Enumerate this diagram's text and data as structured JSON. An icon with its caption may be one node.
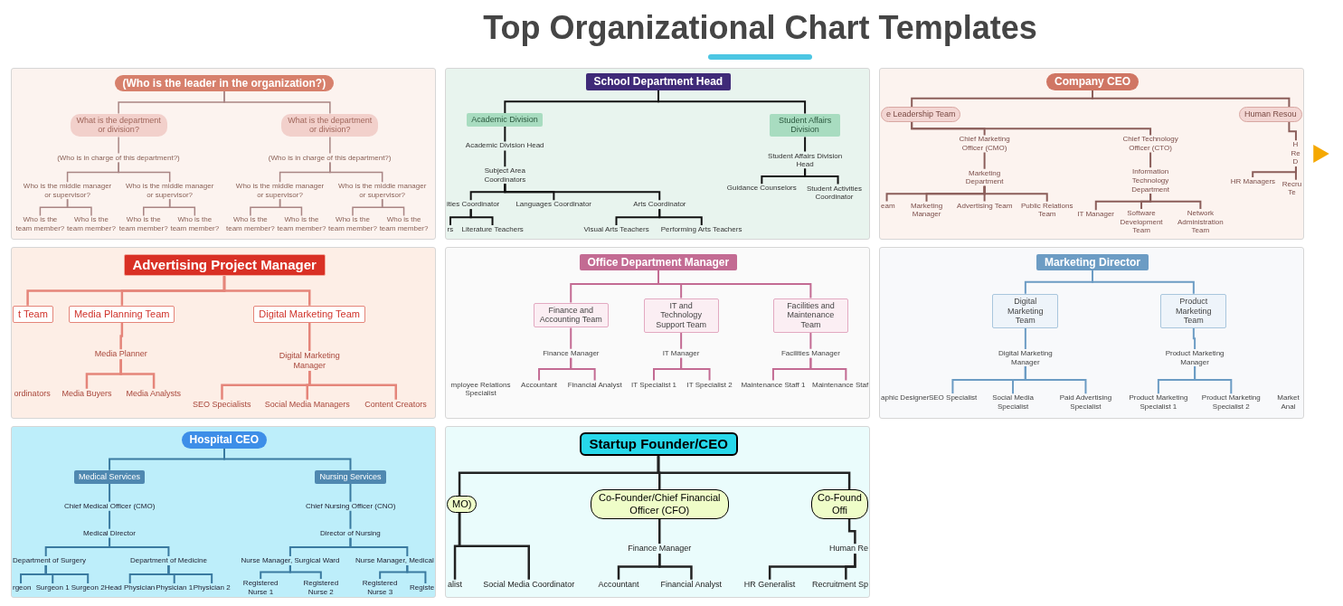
{
  "diagram": {
    "title": "Top Organizational Chart Templates",
    "nodes": [
      {
        "text": [],
        "shape": "box"
      },
      {
        "text": [
          "(Who is the leader in the organization?)"
        ],
        "in": 0
      },
      {
        "text": [
          "What is the department or division?"
        ],
        "in": 0
      },
      {
        "text": [
          "What is the department or division?"
        ],
        "in": 0
      },
      {
        "text": [
          "(Who is in charge of this department?)"
        ],
        "in": 0
      },
      {
        "text": [
          "(Who is in charge of this department?)"
        ],
        "in": 0
      },
      {
        "text": [
          "Who is the middle manager or supervisor?"
        ],
        "in": 0
      },
      {
        "text": [
          "Who is the middle manager or supervisor?"
        ],
        "in": 0
      },
      {
        "text": [
          "Who is the middle manager or supervisor?"
        ],
        "in": 0
      },
      {
        "text": [
          "Who is the middle manager or supervisor?"
        ],
        "in": 0
      },
      {
        "text": [
          "Who is the team member?"
        ],
        "in": 0
      },
      {
        "text": [
          "Who is the team member?"
        ],
        "in": 0
      },
      {
        "text": [
          "Who is the team member?"
        ],
        "in": 0
      },
      {
        "text": [
          "Who is the team member?"
        ],
        "in": 0
      },
      {
        "text": [
          "Who is the team member?"
        ],
        "in": 0
      },
      {
        "text": [
          "Who is the team member?"
        ],
        "in": 0
      },
      {
        "text": [
          "Who is the team member?"
        ],
        "in": 0
      },
      {
        "text": [
          "Who is the team member?"
        ],
        "in": 0
      },
      {
        "text": [],
        "shape": "box"
      },
      {
        "text": [
          "School Department Head"
        ],
        "in": 18
      },
      {
        "text": [
          "Academic Division"
        ],
        "in": 18
      },
      {
        "text": [
          "Student Affairs Division"
        ],
        "in": 18
      },
      {
        "text": [
          "Academic Division Head"
        ],
        "in": 18
      },
      {
        "text": [
          "Student Affairs Division Head"
        ],
        "in": 18
      },
      {
        "text": [
          "Subject Area Coordinators"
        ],
        "in": 18
      },
      {
        "text": [
          "Guidance Counselors"
        ],
        "in": 18
      },
      {
        "text": [
          "Student Activities Coordinator"
        ],
        "in": 18
      },
      {
        "text": [
          "ities Coordinator"
        ],
        "in": 18
      },
      {
        "text": [
          "Languages Coordinator"
        ],
        "in": 18
      },
      {
        "text": [
          "Arts Coordinator"
        ],
        "in": 18
      },
      {
        "text": [
          "rs"
        ],
        "in": 18
      },
      {
        "text": [
          "Literature Teachers"
        ],
        "in": 18
      },
      {
        "text": [
          "Visual Arts Teachers"
        ],
        "in": 18
      },
      {
        "text": [
          "Performing Arts Teachers"
        ],
        "in": 18
      },
      {
        "text": [],
        "shape": "box"
      },
      {
        "text": [
          "Company CEO"
        ],
        "in": 34
      },
      {
        "text": [
          "e Leadership Team"
        ],
        "in": 34
      },
      {
        "text": [
          "Human Resou"
        ],
        "in": 34
      },
      {
        "text": [
          "Chief Marketing Officer (CMO)"
        ],
        "in": 34
      },
      {
        "text": [
          "Chief Technology Officer (CTO)"
        ],
        "in": 34
      },
      {
        "text": [
          "H Re D"
        ],
        "in": 34
      },
      {
        "text": [
          "Marketing Department"
        ],
        "in": 34
      },
      {
        "text": [
          "Information Technology Department"
        ],
        "in": 34
      },
      {
        "text": [
          "HR Managers"
        ],
        "in": 34
      },
      {
        "text": [
          "Recru Te"
        ],
        "in": 34
      },
      {
        "text": [
          "eam"
        ],
        "in": 34
      },
      {
        "text": [
          "Marketing Manager"
        ],
        "in": 34
      },
      {
        "text": [
          "Advertising Team"
        ],
        "in": 34
      },
      {
        "text": [
          "Public Relations Team"
        ],
        "in": 34
      },
      {
        "text": [
          "IT Manager"
        ],
        "in": 34
      },
      {
        "text": [
          "Software Development Team"
        ],
        "in": 34
      },
      {
        "text": [
          "Network Administration Team"
        ],
        "in": 34
      },
      {
        "text": [],
        "shape": "box"
      },
      {
        "text": [
          "Advertising Project Manager"
        ],
        "in": 52
      },
      {
        "text": [
          "t Team"
        ],
        "in": 52
      },
      {
        "text": [
          "Media Planning Team"
        ],
        "in": 52
      },
      {
        "text": [
          "Digital Marketing Team"
        ],
        "in": 52
      },
      {
        "text": [
          "Media Planner"
        ],
        "in": 52
      },
      {
        "text": [
          "Digital Marketing Manager"
        ],
        "in": 52
      },
      {
        "text": [
          "ordinators"
        ],
        "in": 52
      },
      {
        "text": [
          "Media Buyers"
        ],
        "in": 52
      },
      {
        "text": [
          "Media Analysts"
        ],
        "in": 52
      },
      {
        "text": [
          "SEO Specialists"
        ],
        "in": 52
      },
      {
        "text": [
          "Social Media Managers"
        ],
        "in": 52
      },
      {
        "text": [
          "Content Creators"
        ],
        "in": 52
      },
      {
        "text": [],
        "shape": "box"
      },
      {
        "text": [
          "Office Department Manager"
        ],
        "in": 65
      },
      {
        "text": [
          "Finance and Accounting Team"
        ],
        "in": 65
      },
      {
        "text": [
          "IT and Technology Support Team"
        ],
        "in": 65
      },
      {
        "text": [
          "Facilities and Maintenance Team"
        ],
        "in": 65
      },
      {
        "text": [
          "Finance Manager"
        ],
        "in": 65
      },
      {
        "text": [
          "IT Manager"
        ],
        "in": 65
      },
      {
        "text": [
          "Facilities Manager"
        ],
        "in": 65
      },
      {
        "text": [
          "mployee Relations Specialist"
        ],
        "in": 65
      },
      {
        "text": [
          "Accountant"
        ],
        "in": 65
      },
      {
        "text": [
          "Financial Analyst"
        ],
        "in": 65
      },
      {
        "text": [
          "IT Specialist 1"
        ],
        "in": 65
      },
      {
        "text": [
          "IT Specialist 2"
        ],
        "in": 65
      },
      {
        "text": [
          "Maintenance Staff 1"
        ],
        "in": 65
      },
      {
        "text": [
          "Maintenance Staf"
        ],
        "in": 65
      },
      {
        "text": [],
        "shape": "box"
      },
      {
        "text": [
          "Marketing Director"
        ],
        "in": 80
      },
      {
        "text": [
          "Digital Marketing Team"
        ],
        "in": 80
      },
      {
        "text": [
          "Product Marketing Team"
        ],
        "in": 80
      },
      {
        "text": [
          "Digital Marketing Manager"
        ],
        "in": 80
      },
      {
        "text": [
          "Product Marketing Manager"
        ],
        "in": 80
      },
      {
        "text": [
          "aphic Designer"
        ],
        "in": 80
      },
      {
        "text": [
          "SEO Specialist"
        ],
        "in": 80
      },
      {
        "text": [
          "Social Media Specialist"
        ],
        "in": 80
      },
      {
        "text": [
          "Paid Advertising Specialist"
        ],
        "in": 80
      },
      {
        "text": [
          "Product Marketing Specialist 1"
        ],
        "in": 80
      },
      {
        "text": [
          "Product Marketing Specialist 2"
        ],
        "in": 80
      },
      {
        "text": [
          "Market Anal"
        ],
        "in": 80
      },
      {
        "text": [],
        "shape": "box"
      },
      {
        "text": [
          "Hospital CEO"
        ],
        "in": 93
      },
      {
        "text": [
          "Medical Services"
        ],
        "in": 93
      },
      {
        "text": [
          "Nursing Services"
        ],
        "in": 93
      },
      {
        "text": [
          "Chief Medical Officer (CMO)"
        ],
        "in": 93
      },
      {
        "text": [
          "Chief Nursing Officer (CNO)"
        ],
        "in": 93
      },
      {
        "text": [
          "Medical Director"
        ],
        "in": 93
      },
      {
        "text": [
          "Director of Nursing"
        ],
        "in": 93
      },
      {
        "text": [
          "Department of Surgery"
        ],
        "in": 93
      },
      {
        "text": [
          "Department of Medicine"
        ],
        "in": 93
      },
      {
        "text": [
          "Nurse Manager, Surgical Ward"
        ],
        "in": 93
      },
      {
        "text": [
          "Nurse Manager, Medical"
        ],
        "in": 93
      },
      {
        "text": [
          "rgeon"
        ],
        "in": 93
      },
      {
        "text": [
          "Surgeon 1"
        ],
        "in": 93
      },
      {
        "text": [
          "Surgeon 2"
        ],
        "in": 93
      },
      {
        "text": [
          "Head Physician"
        ],
        "in": 93
      },
      {
        "text": [
          "Physician 1"
        ],
        "in": 93
      },
      {
        "text": [
          "Physician 2"
        ],
        "in": 93
      },
      {
        "text": [
          "Registered Nurse 1"
        ],
        "in": 93
      },
      {
        "text": [
          "Registered Nurse 2"
        ],
        "in": 93
      },
      {
        "text": [
          "Registered Nurse 3"
        ],
        "in": 93
      },
      {
        "text": [
          "Registe"
        ],
        "in": 93
      },
      {
        "text": [],
        "shape": "box"
      },
      {
        "text": [
          "Startup Founder/CEO"
        ],
        "in": 115
      },
      {
        "text": [
          "MO)"
        ],
        "in": 115
      },
      {
        "text": [
          "Co-Founder/Chief Financial Officer (CFO)"
        ],
        "in": 115
      },
      {
        "text": [
          "Co-Found Offi"
        ],
        "in": 115
      },
      {
        "text": [
          "Finance Manager"
        ],
        "in": 115
      },
      {
        "text": [
          "Human Re"
        ],
        "in": 115
      },
      {
        "text": [
          "alist"
        ],
        "in": 115
      },
      {
        "text": [
          "Social Media Coordinator"
        ],
        "in": 115
      },
      {
        "text": [
          "Accountant"
        ],
        "in": 115
      },
      {
        "text": [
          "Financial Analyst"
        ],
        "in": 115
      },
      {
        "text": [
          "HR Generalist"
        ],
        "in": 115
      },
      {
        "text": [
          "Recruitment Sp"
        ],
        "in": 115
      }
    ],
    "edges": [
      {
        "from": 1,
        "to": 2,
        "arrow": "none",
        "color": "#a98584"
      },
      {
        "from": 1,
        "to": 3,
        "arrow": "none",
        "color": "#a98584"
      },
      {
        "from": 2,
        "to": 4,
        "arrow": "none",
        "color": "#a98584"
      },
      {
        "from": 3,
        "to": 5,
        "arrow": "none",
        "color": "#a98584"
      },
      {
        "from": 4,
        "to": 6,
        "arrow": "none",
        "color": "#a98584"
      },
      {
        "from": 4,
        "to": 7,
        "arrow": "none",
        "color": "#a98584"
      },
      {
        "from": 5,
        "to": 8,
        "arrow": "none",
        "color": "#a98584"
      },
      {
        "from": 5,
        "to": 9,
        "arrow": "none",
        "color": "#a98584"
      },
      {
        "from": 6,
        "to": 10,
        "arrow": "none",
        "color": "#a98584"
      },
      {
        "from": 6,
        "to": 11,
        "arrow": "none",
        "color": "#a98584"
      },
      {
        "from": 7,
        "to": 12,
        "arrow": "none",
        "color": "#a98584"
      },
      {
        "from": 7,
        "to": 13,
        "arrow": "none",
        "color": "#a98584"
      },
      {
        "from": 8,
        "to": 14,
        "arrow": "none",
        "color": "#a98584"
      },
      {
        "from": 8,
        "to": 15,
        "arrow": "none",
        "color": "#a98584"
      },
      {
        "from": 9,
        "to": 16,
        "arrow": "none",
        "color": "#a98584"
      },
      {
        "from": 9,
        "to": 17,
        "arrow": "none",
        "color": "#a98584"
      },
      {
        "from": 19,
        "to": 20,
        "arrow": "none",
        "color": "#111111"
      },
      {
        "from": 19,
        "to": 21,
        "arrow": "none",
        "color": "#111111"
      },
      {
        "from": 20,
        "to": 22,
        "arrow": "none",
        "color": "#111111"
      },
      {
        "from": 21,
        "to": 23,
        "arrow": "none",
        "color": "#111111"
      },
      {
        "from": 22,
        "to": 24,
        "arrow": "none",
        "color": "#111111"
      },
      {
        "from": 23,
        "to": 25,
        "arrow": "none",
        "color": "#111111"
      },
      {
        "from": 23,
        "to": 26,
        "arrow": "none",
        "color": "#111111"
      },
      {
        "from": 24,
        "to": 27,
        "arrow": "none",
        "color": "#111111"
      },
      {
        "from": 24,
        "to": 28,
        "arrow": "none",
        "color": "#111111"
      },
      {
        "from": 24,
        "to": 29,
        "arrow": "none",
        "color": "#111111"
      },
      {
        "from": 27,
        "to": 30,
        "arrow": "none",
        "color": "#111111"
      },
      {
        "from": 27,
        "to": 31,
        "arrow": "none",
        "color": "#111111"
      },
      {
        "from": 29,
        "to": 32,
        "arrow": "none",
        "color": "#111111"
      },
      {
        "from": 29,
        "to": 33,
        "arrow": "none",
        "color": "#111111"
      },
      {
        "from": 35,
        "to": 36,
        "arrow": "none",
        "color": "#8b5e5a"
      },
      {
        "from": 35,
        "to": 37,
        "arrow": "none",
        "color": "#8b5e5a"
      },
      {
        "from": 36,
        "to": 38,
        "arrow": "none",
        "color": "#8b5e5a"
      },
      {
        "from": 36,
        "to": 39,
        "arrow": "none",
        "color": "#8b5e5a"
      },
      {
        "from": 37,
        "to": 40,
        "arrow": "none",
        "color": "#8b5e5a"
      },
      {
        "from": 38,
        "to": 41,
        "arrow": "none",
        "color": "#8b5e5a"
      },
      {
        "from": 39,
        "to": 42,
        "arrow": "none",
        "color": "#8b5e5a"
      },
      {
        "from": 40,
        "to": 43,
        "arrow": "none",
        "color": "#8b5e5a"
      },
      {
        "from": 40,
        "to": 44,
        "arrow": "none",
        "color": "#8b5e5a"
      },
      {
        "from": 41,
        "to": 45,
        "arrow": "none",
        "color": "#8b5e5a"
      },
      {
        "from": 41,
        "to": 46,
        "arrow": "none",
        "color": "#8b5e5a"
      },
      {
        "from": 41,
        "to": 47,
        "arrow": "none",
        "color": "#8b5e5a"
      },
      {
        "from": 41,
        "to": 48,
        "arrow": "none",
        "color": "#8b5e5a"
      },
      {
        "from": 42,
        "to": 49,
        "arrow": "none",
        "color": "#8b5e5a"
      },
      {
        "from": 42,
        "to": 50,
        "arrow": "none",
        "color": "#8b5e5a"
      },
      {
        "from": 42,
        "to": 51,
        "arrow": "none",
        "color": "#8b5e5a"
      },
      {
        "from": 53,
        "to": 54,
        "arrow": "none",
        "color": "#e5857a"
      },
      {
        "from": 53,
        "to": 55,
        "arrow": "none",
        "color": "#e5857a"
      },
      {
        "from": 53,
        "to": 56,
        "arrow": "none",
        "color": "#e5857a"
      },
      {
        "from": 55,
        "to": 57,
        "arrow": "none",
        "color": "#e5857a"
      },
      {
        "from": 56,
        "to": 58,
        "arrow": "none",
        "color": "#e5857a"
      },
      {
        "from": 57,
        "to": 60,
        "arrow": "none",
        "color": "#e5857a"
      },
      {
        "from": 57,
        "to": 61,
        "arrow": "none",
        "color": "#e5857a"
      },
      {
        "from": 58,
        "to": 62,
        "arrow": "none",
        "color": "#e5857a"
      },
      {
        "from": 58,
        "to": 63,
        "arrow": "none",
        "color": "#e5857a"
      },
      {
        "from": 58,
        "to": 64,
        "arrow": "none",
        "color": "#e5857a"
      },
      {
        "from": 66,
        "to": 67,
        "arrow": "none",
        "color": "#c36b93"
      },
      {
        "from": 66,
        "to": 68,
        "arrow": "none",
        "color": "#c36b93"
      },
      {
        "from": 66,
        "to": 69,
        "arrow": "none",
        "color": "#c36b93"
      },
      {
        "from": 67,
        "to": 70,
        "arrow": "none",
        "color": "#c36b93"
      },
      {
        "from": 68,
        "to": 71,
        "arrow": "none",
        "color": "#c36b93"
      },
      {
        "from": 69,
        "to": 72,
        "arrow": "none",
        "color": "#c36b93"
      },
      {
        "from": 70,
        "to": 74,
        "arrow": "none",
        "color": "#c36b93"
      },
      {
        "from": 70,
        "to": 75,
        "arrow": "none",
        "color": "#c36b93"
      },
      {
        "from": 71,
        "to": 76,
        "arrow": "none",
        "color": "#c36b93"
      },
      {
        "from": 71,
        "to": 77,
        "arrow": "none",
        "color": "#c36b93"
      },
      {
        "from": 72,
        "to": 78,
        "arrow": "none",
        "color": "#c36b93"
      },
      {
        "from": 72,
        "to": 79,
        "arrow": "none",
        "color": "#c36b93"
      },
      {
        "from": 81,
        "to": 82,
        "arrow": "none",
        "color": "#6c9cc4"
      },
      {
        "from": 81,
        "to": 83,
        "arrow": "none",
        "color": "#6c9cc4"
      },
      {
        "from": 82,
        "to": 84,
        "arrow": "none",
        "color": "#6c9cc4"
      },
      {
        "from": 83,
        "to": 85,
        "arrow": "none",
        "color": "#6c9cc4"
      },
      {
        "from": 84,
        "to": 87,
        "arrow": "none",
        "color": "#6c9cc4"
      },
      {
        "from": 84,
        "to": 88,
        "arrow": "none",
        "color": "#6c9cc4"
      },
      {
        "from": 84,
        "to": 89,
        "arrow": "none",
        "color": "#6c9cc4"
      },
      {
        "from": 85,
        "to": 90,
        "arrow": "none",
        "color": "#6c9cc4"
      },
      {
        "from": 85,
        "to": 91,
        "arrow": "none",
        "color": "#6c9cc4"
      },
      {
        "from": 94,
        "to": 95,
        "arrow": "none"
      },
      {
        "from": 94,
        "to": 96,
        "arrow": "none"
      },
      {
        "from": 95,
        "to": 97,
        "arrow": "none"
      },
      {
        "from": 96,
        "to": 98,
        "arrow": "none"
      },
      {
        "from": 97,
        "to": 99,
        "arrow": "none"
      },
      {
        "from": 98,
        "to": 100,
        "arrow": "none"
      },
      {
        "from": 99,
        "to": 101,
        "arrow": "none"
      },
      {
        "from": 99,
        "to": 102,
        "arrow": "none"
      },
      {
        "from": 100,
        "to": 103,
        "arrow": "none"
      },
      {
        "from": 100,
        "to": 104,
        "arrow": "none"
      },
      {
        "from": 101,
        "to": 105,
        "arrow": "none"
      },
      {
        "from": 101,
        "to": 106,
        "arrow": "none"
      },
      {
        "from": 101,
        "to": 107,
        "arrow": "none"
      },
      {
        "from": 102,
        "to": 108,
        "arrow": "none"
      },
      {
        "from": 102,
        "to": 109,
        "arrow": "none"
      },
      {
        "from": 102,
        "to": 110,
        "arrow": "none"
      },
      {
        "from": 103,
        "to": 111,
        "arrow": "none"
      },
      {
        "from": 103,
        "to": 112,
        "arrow": "none"
      },
      {
        "from": 104,
        "to": 113,
        "arrow": "none"
      },
      {
        "from": 104,
        "to": 114,
        "arrow": "none"
      },
      {
        "from": 116,
        "to": 117,
        "arrow": "none",
        "color": "#222222"
      },
      {
        "from": 116,
        "to": 118,
        "arrow": "none",
        "color": "#222222"
      },
      {
        "from": 116,
        "to": 119,
        "arrow": "none",
        "color": "#222222"
      },
      {
        "from": 117,
        "to": 122,
        "arrow": "none",
        "color": "#222222"
      },
      {
        "from": 117,
        "to": 123,
        "arrow": "none",
        "color": "#222222"
      },
      {
        "from": 118,
        "to": 120,
        "arrow": "none",
        "color": "#222222"
      },
      {
        "from": 119,
        "to": 121,
        "arrow": "none",
        "color": "#222222"
      },
      {
        "from": 120,
        "to": 124,
        "arrow": "none",
        "color": "#222222"
      },
      {
        "from": 120,
        "to": 125,
        "arrow": "none",
        "color": "#222222"
      },
      {
        "from": 121,
        "to": 126,
        "arrow": "none",
        "color": "#222222"
      },
      {
        "from": 121,
        "to": 127,
        "arrow": "none",
        "color": "#222222"
      }
    ]
  }
}
